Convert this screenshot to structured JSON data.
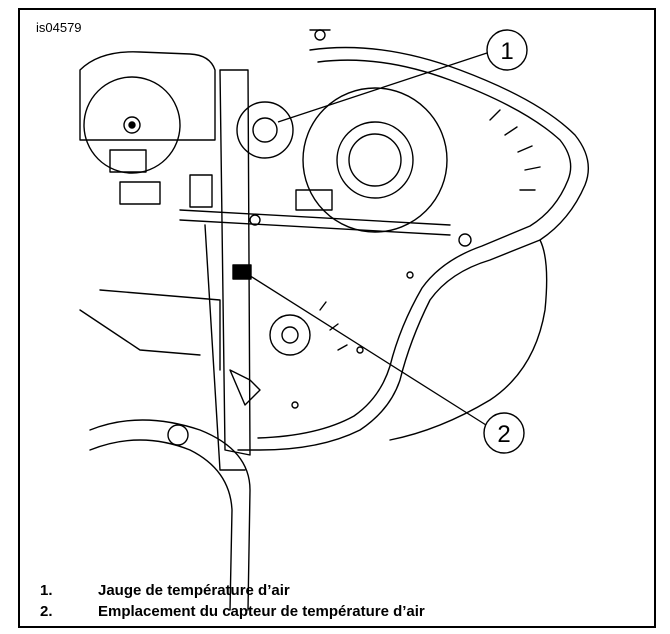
{
  "figure": {
    "id": "is04579",
    "callouts": [
      "1",
      "2"
    ]
  },
  "legend": [
    {
      "num": "1.",
      "text": "Jauge de température d’air"
    },
    {
      "num": "2.",
      "text": "Emplacement du capteur de température d’air"
    }
  ]
}
